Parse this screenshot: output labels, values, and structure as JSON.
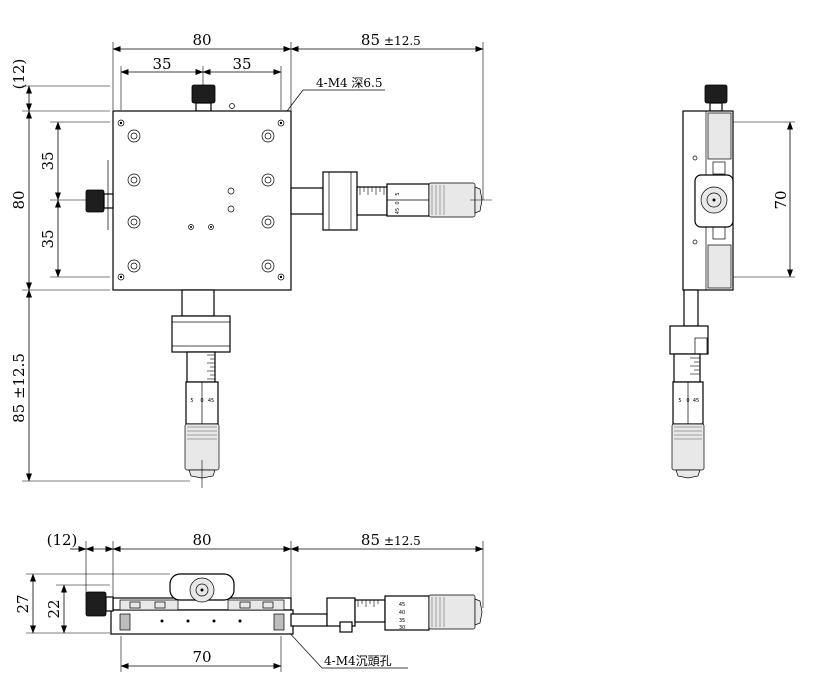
{
  "top_view": {
    "width_label": "80",
    "travel_label": "85",
    "travel_tol": "±12.5",
    "hole_offset_left": "35",
    "hole_offset_right": "35",
    "overhang_label": "(12)",
    "height_label": "80",
    "hole_offset_top": "35",
    "hole_offset_bottom": "35",
    "travel_vertical": "85 ±12.5",
    "tap_note": "4-M4 深6.5",
    "micrometer_scale": [
      "5",
      "0",
      "45"
    ],
    "micrometer_scale_v": [
      "5",
      "0",
      "45"
    ]
  },
  "side_view": {
    "height_label": "70",
    "micrometer_scale": [
      "5",
      "0",
      "45"
    ]
  },
  "front_view": {
    "overhang_label": "(12)",
    "width_label": "80",
    "travel_label": "85",
    "travel_tol": "±12.5",
    "total_height": "27",
    "body_height": "22",
    "hole_spacing": "70",
    "hole_note": "4-M4沉頭孔",
    "micrometer_scale": [
      "45",
      "40",
      "35",
      "30"
    ]
  }
}
